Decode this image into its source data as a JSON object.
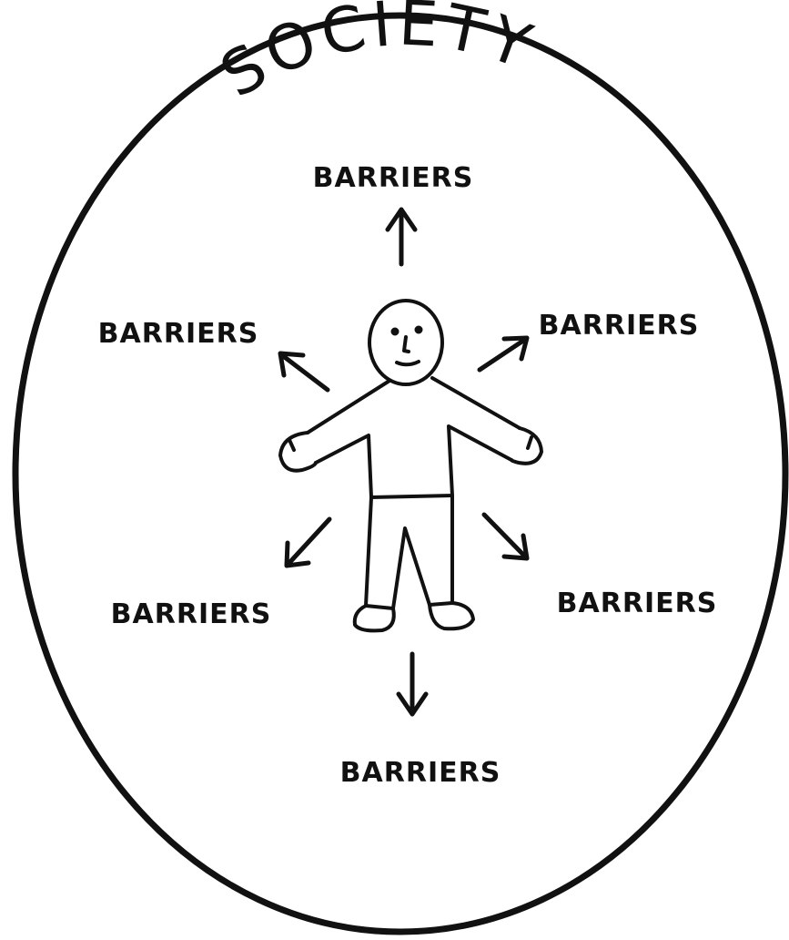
{
  "title": "SOCIETY",
  "labels": {
    "top": "BARRIERS",
    "upper_left": "BARRIERS",
    "upper_right": "BARRIERS",
    "lower_left": "BARRIERS",
    "lower_right": "BARRIERS",
    "bottom": "BARRIERS"
  },
  "ink_color": "#111111",
  "background_color": "#ffffff"
}
